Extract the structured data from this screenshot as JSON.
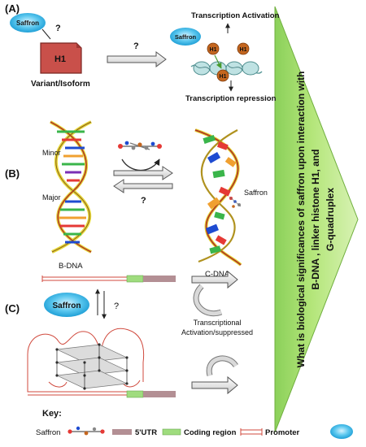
{
  "panels": {
    "a": {
      "tag": "(A)",
      "saffron_label": "Saffron",
      "question_top": "?",
      "question_arrow": "?",
      "histone_label": "H1",
      "variant_label": "Variant/Isoform",
      "saffron_label_right": "Saffron",
      "activation_label": "Transcription Activation",
      "repression_label": "Transcription repression",
      "h1_nodes": [
        "H1",
        "H1",
        "H1"
      ]
    },
    "b": {
      "tag": "(B)",
      "minor_label": "Minor",
      "major_label": "Major",
      "bdna_label": "B-DNA",
      "cdna_label": "C-DNA",
      "saffron_label": "Saffron",
      "question": "?"
    },
    "c": {
      "tag": "(C)",
      "saffron_label": "Saffron",
      "question": "?",
      "effect_line1": "Transcriptional",
      "effect_line2": "Activation/suppressed"
    }
  },
  "side_banner": {
    "line1": "What is biological significances of saffron upon interaction with",
    "line2": "B-DNA , linker histone H1, and",
    "line3": "G-quadruplex"
  },
  "key": {
    "title": "Key:",
    "saffron": "Saffron",
    "utr": "5'UTR",
    "coding": "Coding region",
    "promoter": "Promoter"
  },
  "colors": {
    "banner_green": "#aee26a",
    "histone_red": "#c9504a",
    "saffron_blue": "#35b7ea",
    "h1_orange": "#c4661f",
    "utr_mauve": "#b38f94",
    "coding_green": "#9fdc7e",
    "promoter_red": "#d04a3e"
  }
}
